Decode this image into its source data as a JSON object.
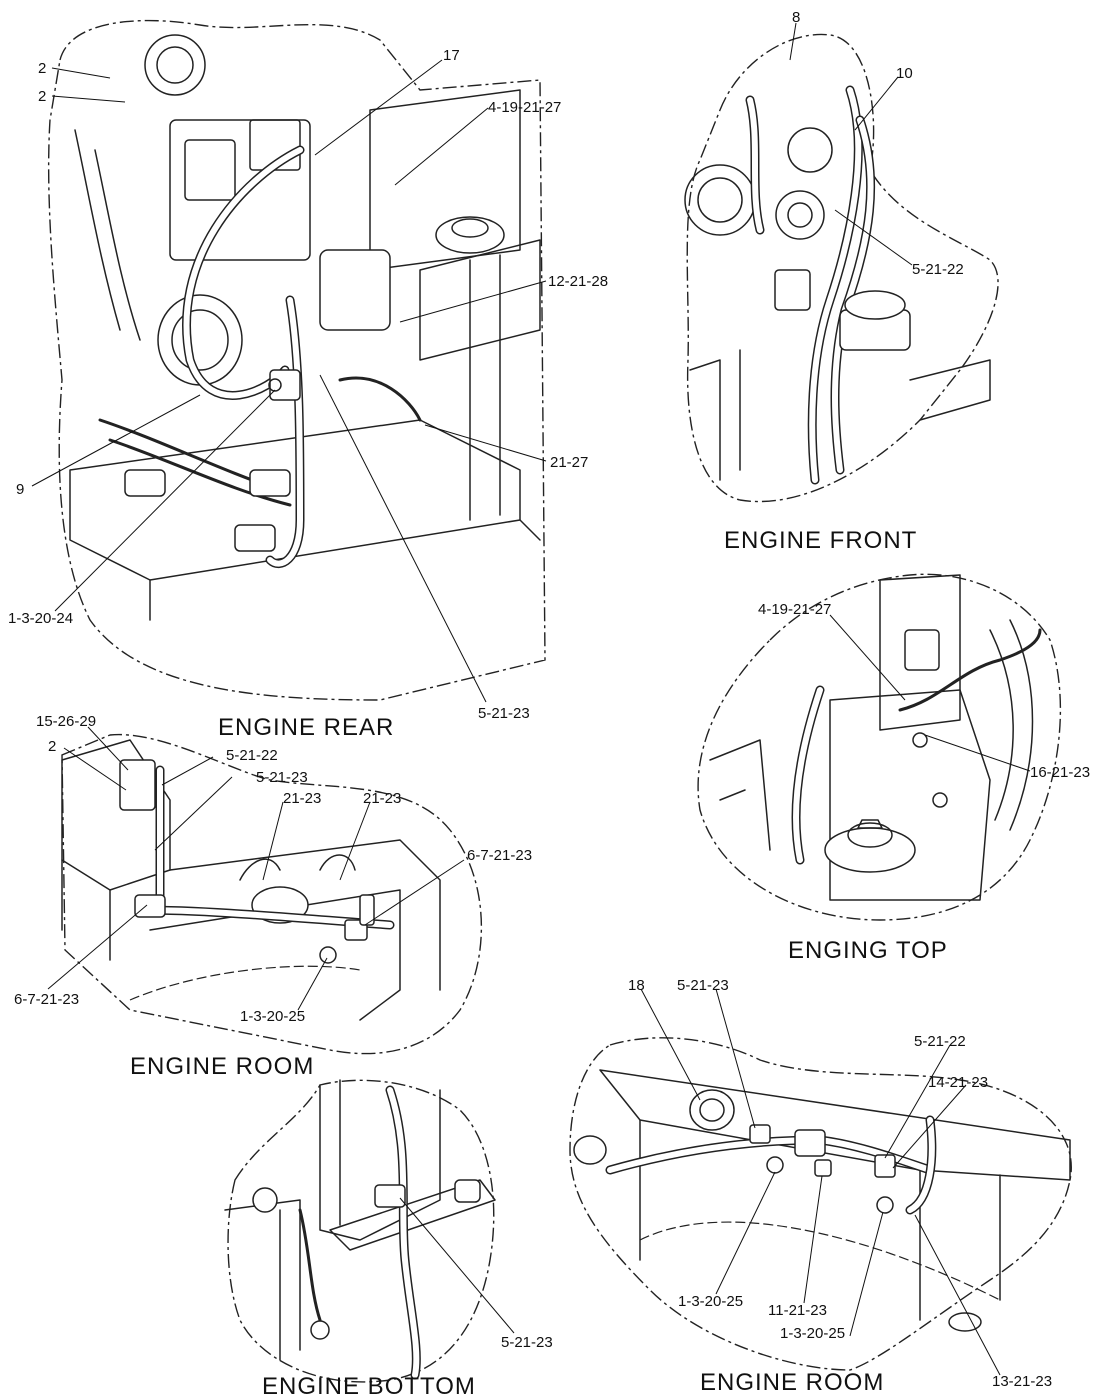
{
  "views": [
    {
      "id": "engine-rear",
      "title": "ENGINE  REAR",
      "callouts": [
        "2",
        "2",
        "17",
        "4-19-21-27",
        "12-21-28",
        "21-27",
        "9",
        "1-3-20-24",
        "5-21-23"
      ]
    },
    {
      "id": "engine-front",
      "title": "ENGINE  FRONT",
      "callouts": [
        "8",
        "10",
        "5-21-22"
      ]
    },
    {
      "id": "engine-top",
      "title": "ENGING  TOP",
      "callouts": [
        "4-19-21-27",
        "16-21-23"
      ]
    },
    {
      "id": "engine-room-left",
      "title": "ENGINE  ROOM",
      "callouts": [
        "15-26-29",
        "2",
        "5-21-22",
        "5-21-23",
        "21-23",
        "21-23",
        "6-7-21-23",
        "6-7-21-23",
        "1-3-20-25"
      ]
    },
    {
      "id": "engine-bottom",
      "title": "ENGINE  BOTTOM",
      "callouts": [
        "5-21-23"
      ]
    },
    {
      "id": "engine-room-right",
      "title": "ENGINE  ROOM",
      "callouts": [
        "18",
        "5-21-23",
        "5-21-22",
        "14-21-23",
        "1-3-20-25",
        "11-21-23",
        "1-3-20-25",
        "13-21-23"
      ]
    }
  ]
}
